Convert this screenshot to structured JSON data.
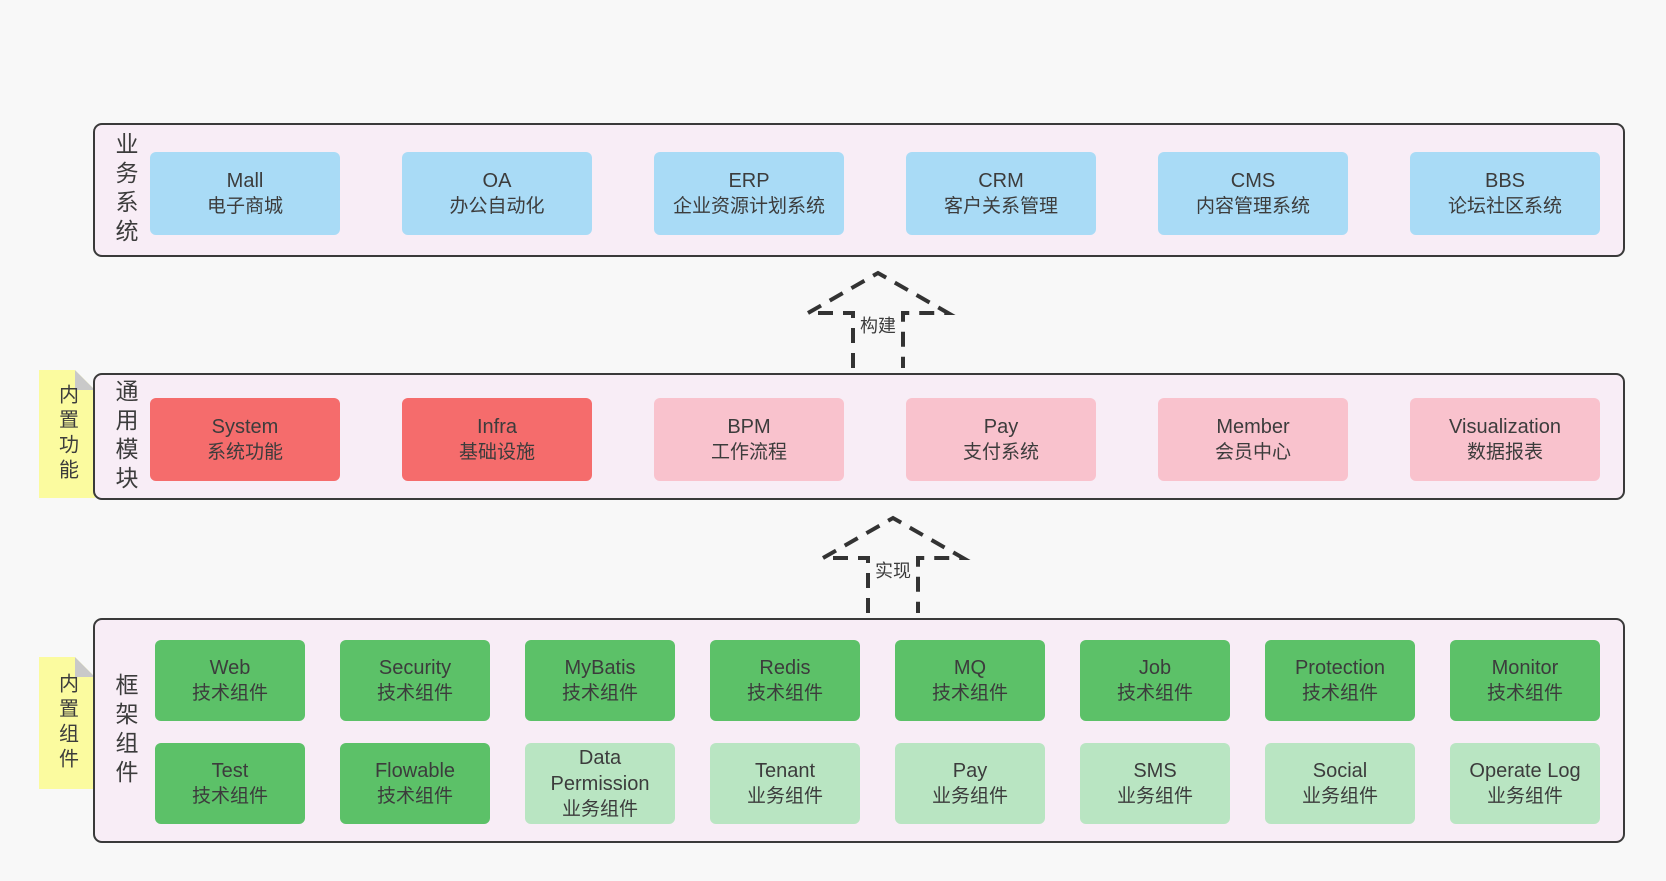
{
  "colors": {
    "page_bg": "#f8f8f8",
    "band_bg": "#f8edf6",
    "band_border": "#3a3a3a",
    "box_blue": "#a9dbf6",
    "box_red": "#f56c6c",
    "box_pink": "#f9c2cd",
    "box_green": "#5cc168",
    "box_green_light": "#b9e5c2",
    "sticky_yellow": "#fbfb9f",
    "sticky_fold": "#c9c9c9",
    "text": "#3c3c3c",
    "arrow": "#333333"
  },
  "arrows": [
    {
      "label": "构建"
    },
    {
      "label": "实现"
    }
  ],
  "bands": [
    {
      "label": "业务系统",
      "boxes": [
        {
          "title": "Mall",
          "subtitle": "电子商城"
        },
        {
          "title": "OA",
          "subtitle": "办公自动化"
        },
        {
          "title": "ERP",
          "subtitle": "企业资源计划系统"
        },
        {
          "title": "CRM",
          "subtitle": "客户关系管理"
        },
        {
          "title": "CMS",
          "subtitle": "内容管理系统"
        },
        {
          "title": "BBS",
          "subtitle": "论坛社区系统"
        }
      ]
    },
    {
      "label": "通用模块",
      "sticky": "内置功能",
      "boxes": [
        {
          "title": "System",
          "subtitle": "系统功能"
        },
        {
          "title": "Infra",
          "subtitle": "基础设施"
        },
        {
          "title": "BPM",
          "subtitle": "工作流程"
        },
        {
          "title": "Pay",
          "subtitle": "支付系统"
        },
        {
          "title": "Member",
          "subtitle": "会员中心"
        },
        {
          "title": "Visualization",
          "subtitle": "数据报表"
        }
      ]
    },
    {
      "label": "框架组件",
      "sticky": "内置组件",
      "rows": [
        [
          {
            "title": "Web",
            "subtitle": "技术组件"
          },
          {
            "title": "Security",
            "subtitle": "技术组件"
          },
          {
            "title": "MyBatis",
            "subtitle": "技术组件"
          },
          {
            "title": "Redis",
            "subtitle": "技术组件"
          },
          {
            "title": "MQ",
            "subtitle": "技术组件"
          },
          {
            "title": "Job",
            "subtitle": "技术组件"
          },
          {
            "title": "Protection",
            "subtitle": "技术组件"
          },
          {
            "title": "Monitor",
            "subtitle": "技术组件"
          }
        ],
        [
          {
            "title": "Test",
            "subtitle": "技术组件"
          },
          {
            "title": "Flowable",
            "subtitle": "技术组件"
          },
          {
            "title": "Data Permission",
            "subtitle": "业务组件"
          },
          {
            "title": "Tenant",
            "subtitle": "业务组件"
          },
          {
            "title": "Pay",
            "subtitle": "业务组件"
          },
          {
            "title": "SMS",
            "subtitle": "业务组件"
          },
          {
            "title": "Social",
            "subtitle": "业务组件"
          },
          {
            "title": "Operate Log",
            "subtitle": "业务组件"
          }
        ]
      ]
    }
  ]
}
